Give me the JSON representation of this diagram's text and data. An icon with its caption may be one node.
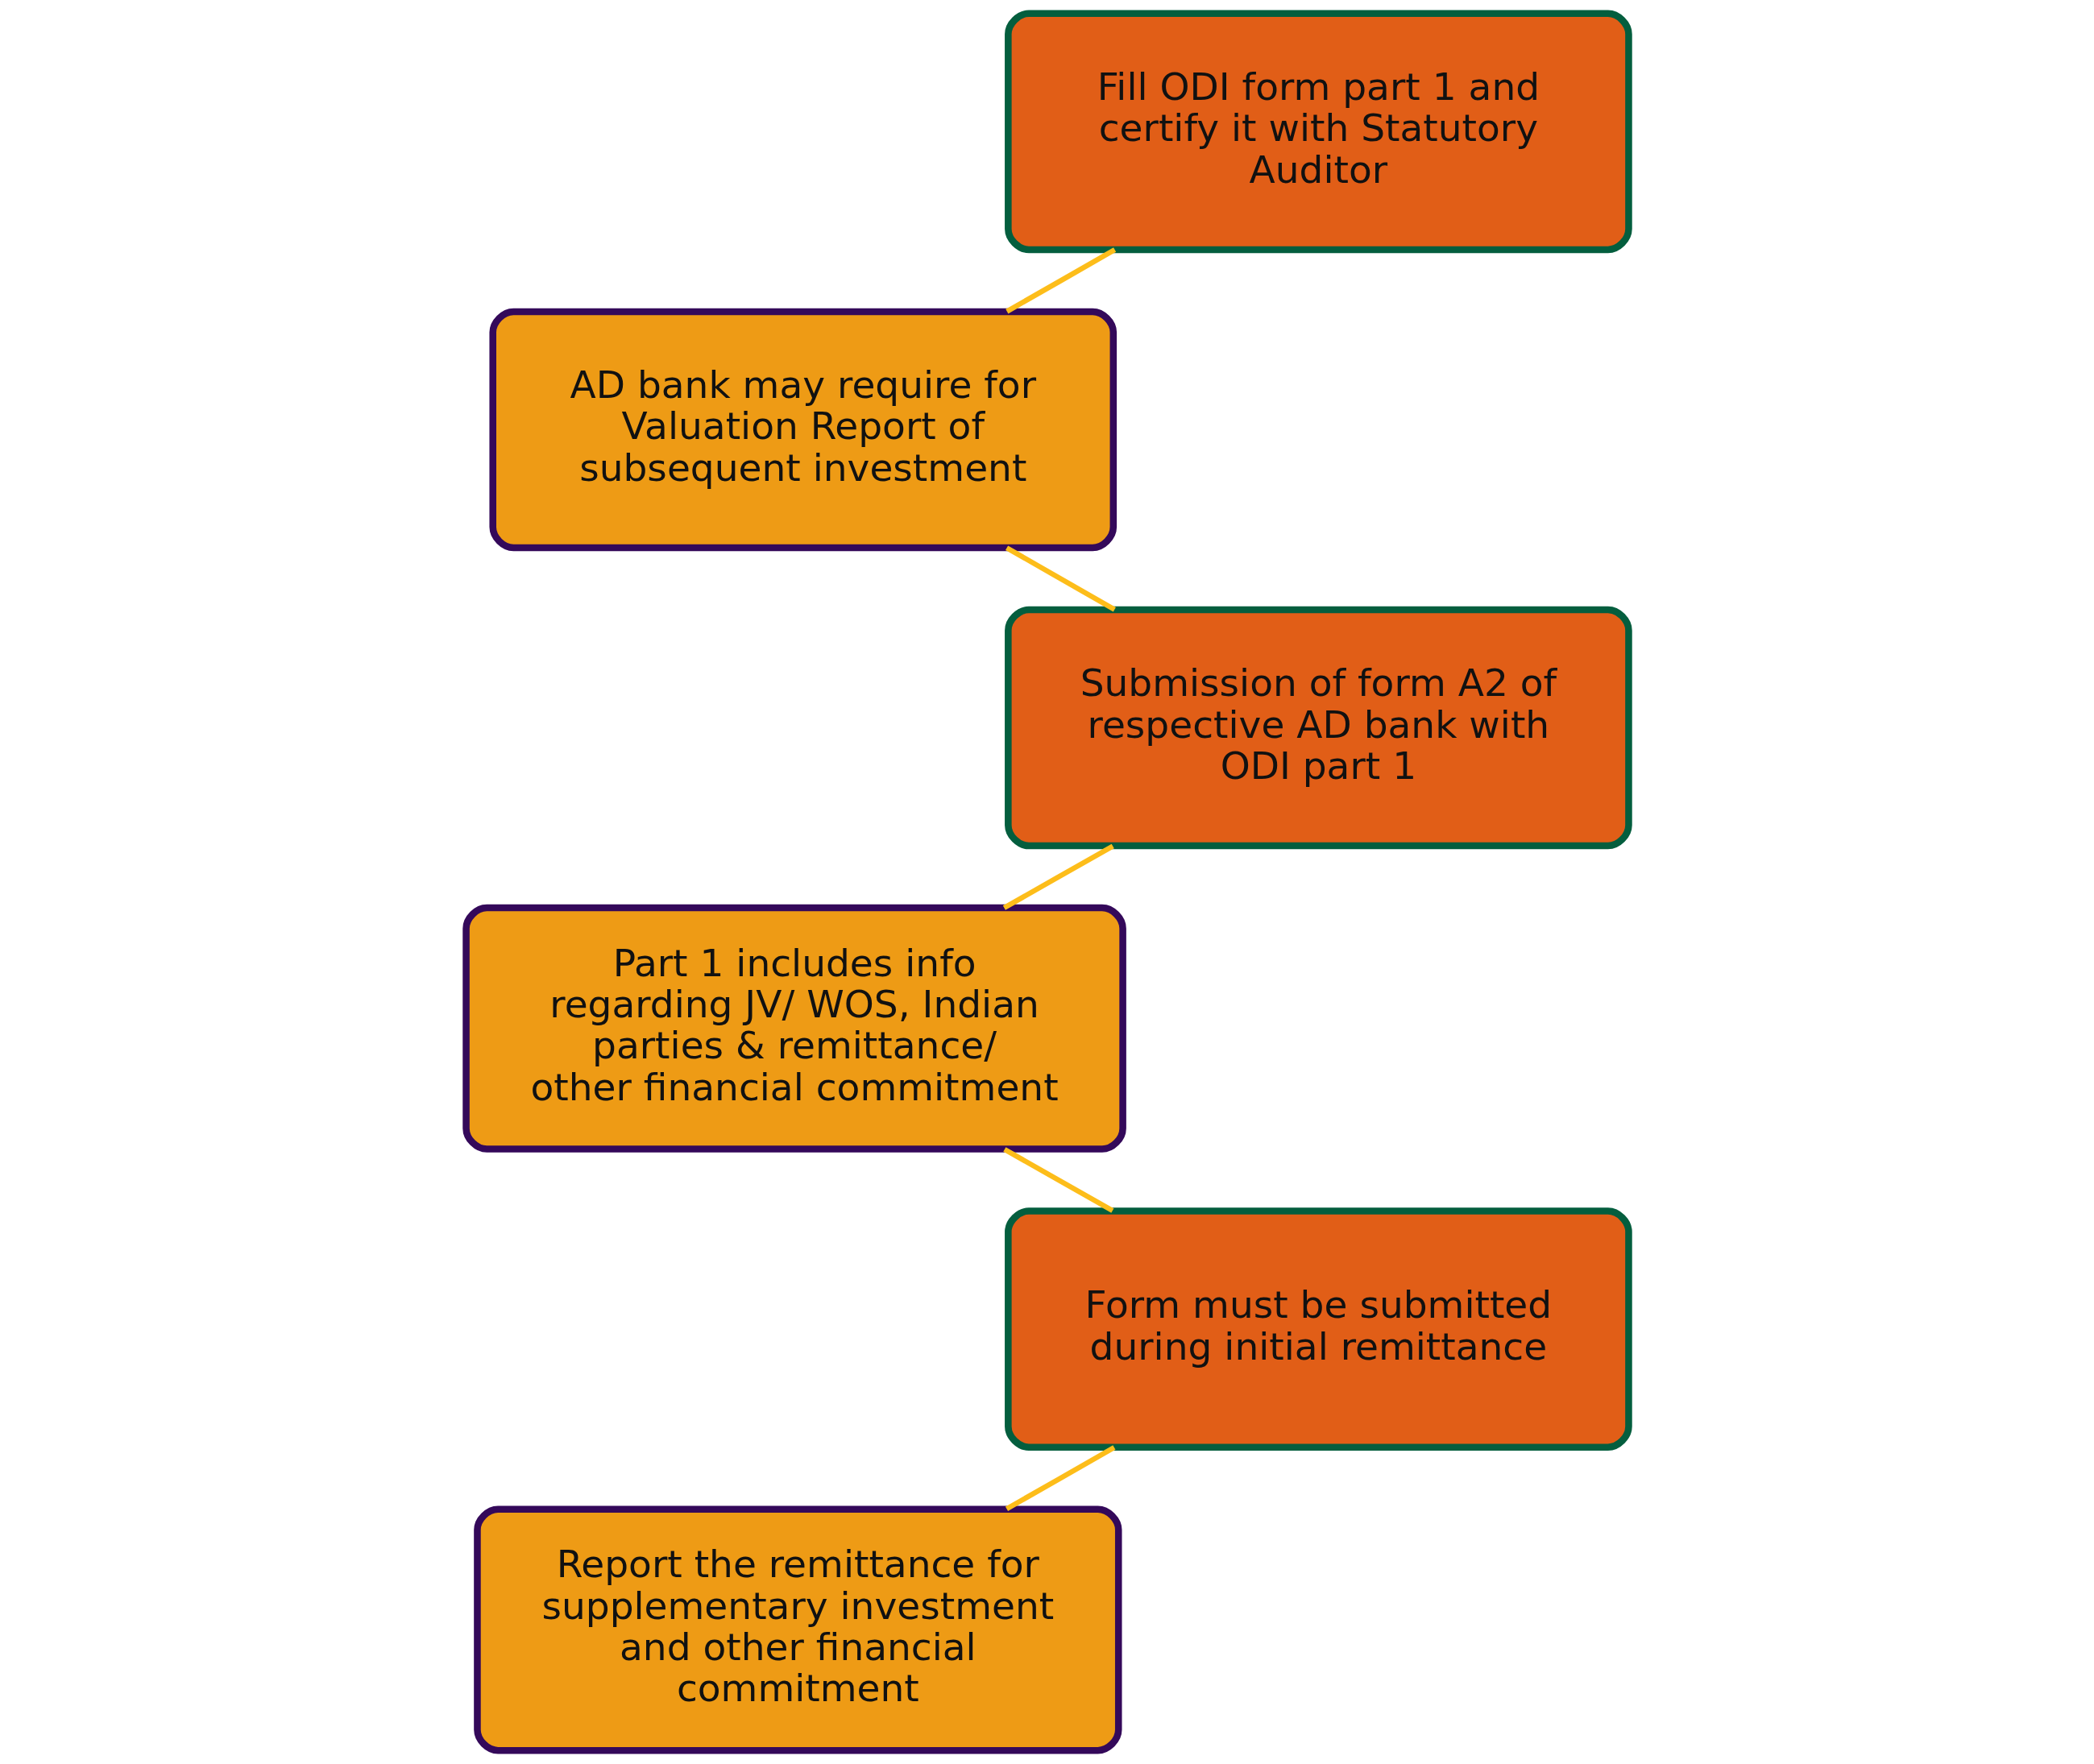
{
  "diagram": {
    "nodes": [
      {
        "text": [
          "Fill ODI form part 1 and certify it with Statutory Auditor"
        ]
      },
      {
        "text": [
          "AD bank may require for Valuation Report of subsequent investment"
        ]
      },
      {
        "text": [
          "Submission of form A2 of respective AD bank with ODI part 1"
        ]
      },
      {
        "text": [
          "Part 1 includes info regarding JV/ WOS, Indian parties & remittance/ other financial commitment"
        ]
      },
      {
        "text": [
          "Form must be submitted during initial remittance"
        ]
      },
      {
        "text": [
          "Report the remittance for supplementary investment and other financial commitment"
        ]
      }
    ],
    "edges": [
      {
        "from": 0,
        "to": 1,
        "arrow": "none"
      },
      {
        "from": 1,
        "to": 2,
        "arrow": "none"
      },
      {
        "from": 2,
        "to": 3,
        "arrow": "none"
      },
      {
        "from": 3,
        "to": 4,
        "arrow": "none"
      },
      {
        "from": 4,
        "to": 5,
        "arrow": "none"
      }
    ]
  }
}
